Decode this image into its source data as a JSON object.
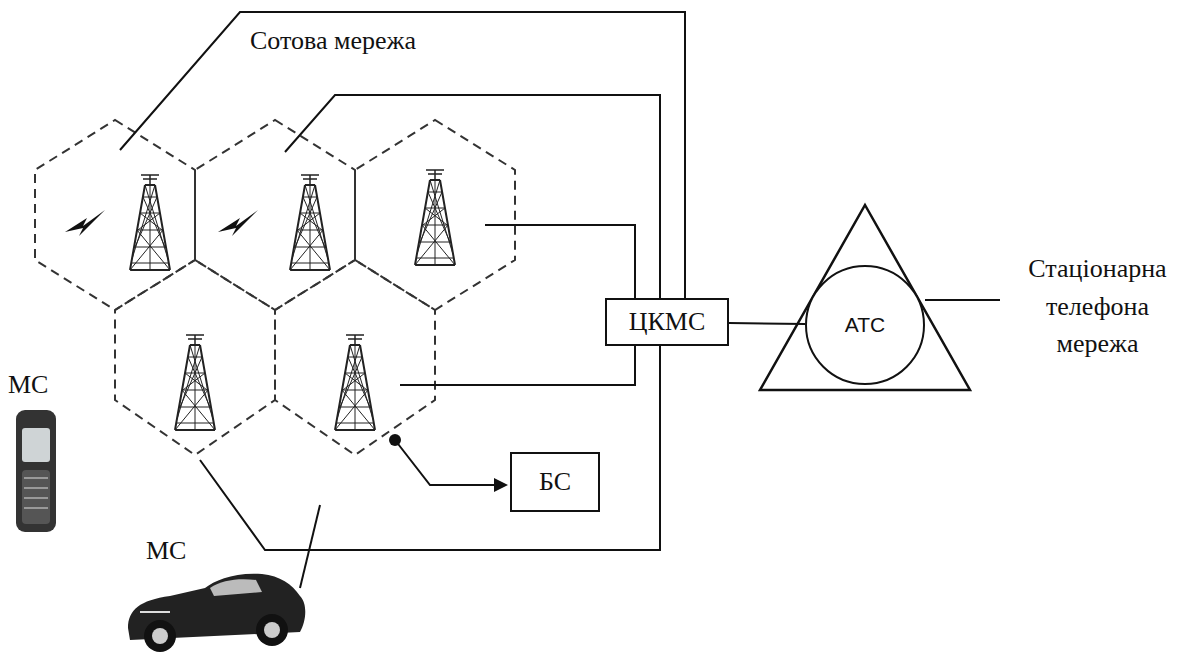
{
  "diagram": {
    "nodes": [
      {
        "text": [
          "ЦКМС"
        ]
      },
      {
        "text": [
          "БС"
        ]
      },
      {
        "text": [
          "АТС"
        ]
      }
    ],
    "edges": [
      {
        "from": 0,
        "to": 2,
        "arrow": "none"
      }
    ],
    "labels": [
      "Сотова мережа",
      "МС",
      "МС",
      "Стаціонарна телефона мережа"
    ]
  }
}
